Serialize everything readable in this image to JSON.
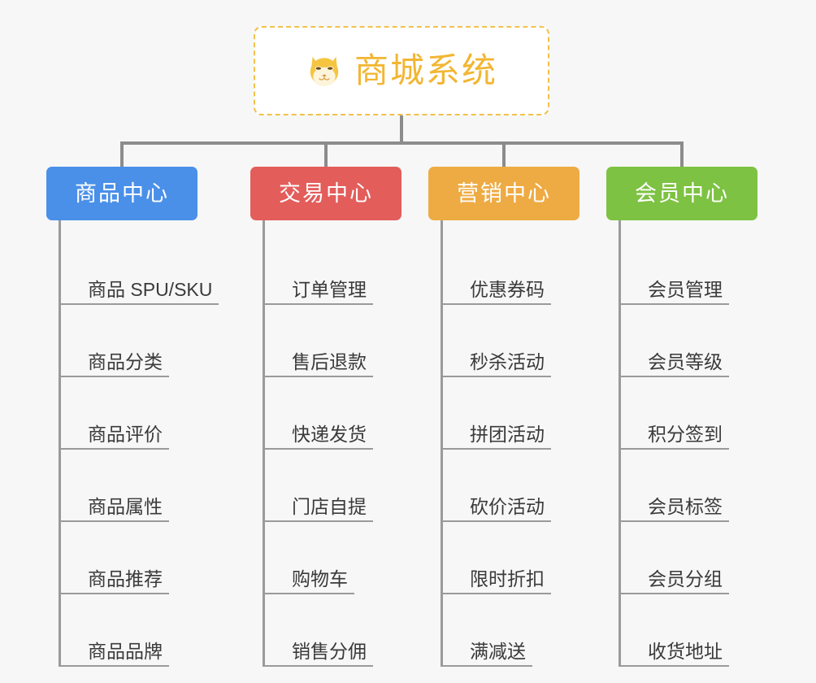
{
  "canvas": {
    "background_color": "#f7f7f7",
    "line_color": "#8c8c8c"
  },
  "root": {
    "title": "商城系统",
    "icon": "dog-face-emoji",
    "text_color": "#f2b632",
    "border_color": "#f2c14b"
  },
  "branches": [
    {
      "label": "商品中心",
      "color": "#4a90e8",
      "items": [
        {
          "label": "商品 SPU/SKU"
        },
        {
          "label": "商品分类"
        },
        {
          "label": "商品评价"
        },
        {
          "label": "商品属性"
        },
        {
          "label": "商品推荐"
        },
        {
          "label": "商品品牌"
        }
      ]
    },
    {
      "label": "交易中心",
      "color": "#e35d5b",
      "items": [
        {
          "label": "订单管理"
        },
        {
          "label": "售后退款"
        },
        {
          "label": "快递发货"
        },
        {
          "label": "门店自提"
        },
        {
          "label": "购物车"
        },
        {
          "label": "销售分佣"
        }
      ]
    },
    {
      "label": "营销中心",
      "color": "#eeab43",
      "items": [
        {
          "label": "优惠券码"
        },
        {
          "label": "秒杀活动"
        },
        {
          "label": "拼团活动"
        },
        {
          "label": "砍价活动"
        },
        {
          "label": "限时折扣"
        },
        {
          "label": "满减送"
        }
      ]
    },
    {
      "label": "会员中心",
      "color": "#7dc242",
      "items": [
        {
          "label": "会员管理"
        },
        {
          "label": "会员等级"
        },
        {
          "label": "积分签到"
        },
        {
          "label": "会员标签"
        },
        {
          "label": "会员分组"
        },
        {
          "label": "收货地址"
        }
      ]
    }
  ]
}
